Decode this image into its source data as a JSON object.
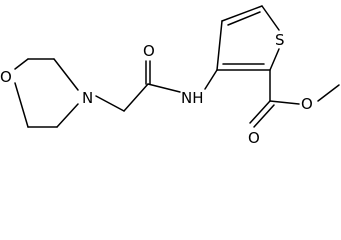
{
  "diagram": {
    "type": "chemical-structure",
    "atoms": {
      "morpholine_oxygen": "O",
      "morpholine_nitrogen": "N",
      "amide_oxygen": "O",
      "amide_nh": "NH",
      "thiophene_sulfur": "S",
      "ester_carbonyl_oxygen": "O",
      "ester_ether_oxygen": "O"
    },
    "colors": {
      "bond": "#000000",
      "label": "#000000",
      "background": "#ffffff"
    }
  }
}
